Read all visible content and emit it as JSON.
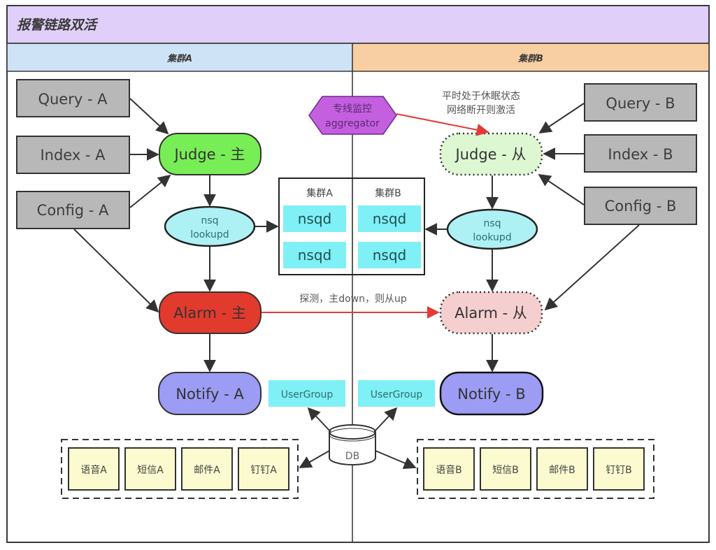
{
  "title": "报警链路双活",
  "lanes": {
    "a": {
      "label": "集群A",
      "color": "#cfe3f7"
    },
    "b": {
      "label": "集群B",
      "color": "#f8cfa3"
    }
  },
  "colors": {
    "title_bg": "#e0cff8",
    "gray_box": "#b8b8b8",
    "judge_main": "#77ee55",
    "judge_standby": "#dcf7d2",
    "alarm_main": "#e33a2e",
    "alarm_standby": "#f5cfcf",
    "notify": "#9c9cf5",
    "nsq": "#aef1f4",
    "nsqd": "#7ff0f5",
    "channel": "#fbfbcf",
    "aggregator": "#c45fe0",
    "red_arrow": "#e53935"
  },
  "cluster_a": {
    "inputs": [
      "Query - A",
      "Index - A",
      "Config - A"
    ],
    "judge": "Judge - 主",
    "lookupd": [
      "nsq",
      "lookupd"
    ],
    "alarm": "Alarm - 主",
    "notify": "Notify - A",
    "usergroup": "UserGroup",
    "channels": [
      "语音A",
      "短信A",
      "邮件A",
      "钉钉A"
    ]
  },
  "cluster_b": {
    "inputs": [
      "Query - B",
      "Index - B",
      "Config - B"
    ],
    "judge": "Judge - 从",
    "lookupd": [
      "nsq",
      "lookupd"
    ],
    "alarm": "Alarm - 从",
    "notify": "Notify - B",
    "usergroup": "UserGroup",
    "channels": [
      "语音B",
      "短信B",
      "邮件B",
      "钉钉B"
    ]
  },
  "nsqd_box": {
    "header_a": "集群A",
    "header_b": "集群B",
    "node_label": "nsqd"
  },
  "aggregator": {
    "line1": "专线监控",
    "line2": "aggregator"
  },
  "notes": {
    "standby": [
      "平时处于休眠状态",
      "网络断开则激活"
    ],
    "failover": "探测，主down，则从up"
  },
  "db": "DB"
}
